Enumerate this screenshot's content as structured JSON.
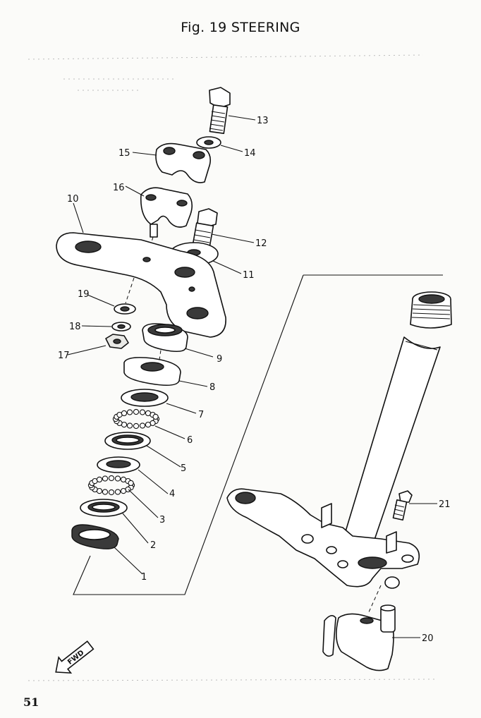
{
  "title": "Fig. 19  STEERING",
  "page_number": "51",
  "fwd_label": "FWD",
  "labels": {
    "l1": "1",
    "l2": "2",
    "l3": "3",
    "l4": "4",
    "l5": "5",
    "l6": "6",
    "l7": "7",
    "l8": "8",
    "l9": "9",
    "l10": "10",
    "l11": "11",
    "l12": "12",
    "l13": "13",
    "l14": "14",
    "l15": "15",
    "l16": "16",
    "l17": "17",
    "l18": "18",
    "l19": "19",
    "l20": "20",
    "l21": "21"
  },
  "icons": {
    "fwd": "fwd-arrow-icon"
  }
}
